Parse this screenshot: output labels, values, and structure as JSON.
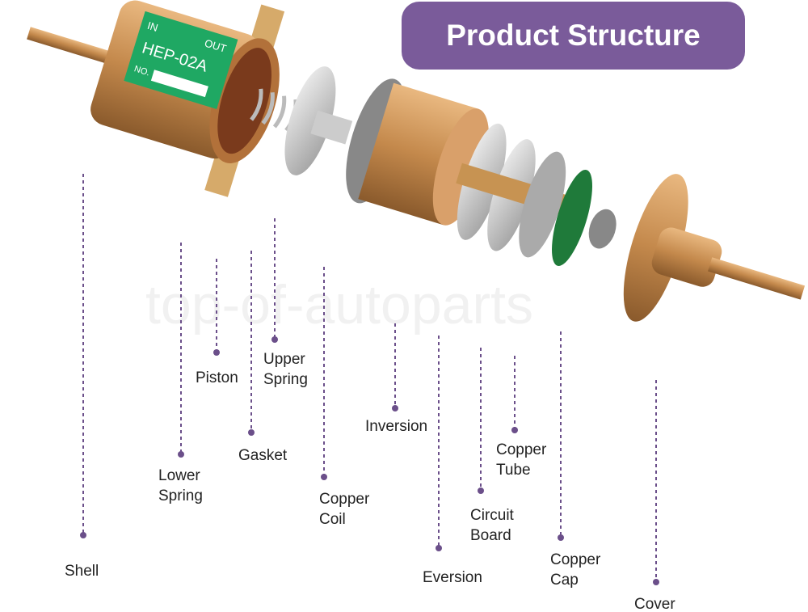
{
  "title": "Product Structure",
  "pump_label": {
    "in": "IN",
    "out": "OUT",
    "model": "HEP-02A",
    "number": "NO."
  },
  "watermark": "top-of-autoparts",
  "parts": [
    {
      "id": "shell",
      "lines": [
        "Shell"
      ]
    },
    {
      "id": "lower-spring",
      "lines": [
        "Lower",
        "Spring"
      ]
    },
    {
      "id": "piston",
      "lines": [
        "Piston"
      ]
    },
    {
      "id": "upper-spring",
      "lines": [
        "Upper",
        "Spring"
      ]
    },
    {
      "id": "gasket",
      "lines": [
        "Gasket"
      ]
    },
    {
      "id": "copper-coil",
      "lines": [
        "Copper",
        "Coil"
      ]
    },
    {
      "id": "inversion",
      "lines": [
        "Inversion"
      ]
    },
    {
      "id": "eversion",
      "lines": [
        "Eversion"
      ]
    },
    {
      "id": "circuit-board",
      "lines": [
        "Circuit",
        "Board"
      ]
    },
    {
      "id": "copper-tube",
      "lines": [
        "Copper",
        "Tube"
      ]
    },
    {
      "id": "copper-cap",
      "lines": [
        "Copper",
        "Cap"
      ]
    },
    {
      "id": "cover",
      "lines": [
        "Cover"
      ]
    }
  ],
  "colors": {
    "title_bg": "#7a5b9a",
    "leader": "#6b4f8a",
    "copper": "#c88a4a",
    "label_green": "#1fa863"
  }
}
